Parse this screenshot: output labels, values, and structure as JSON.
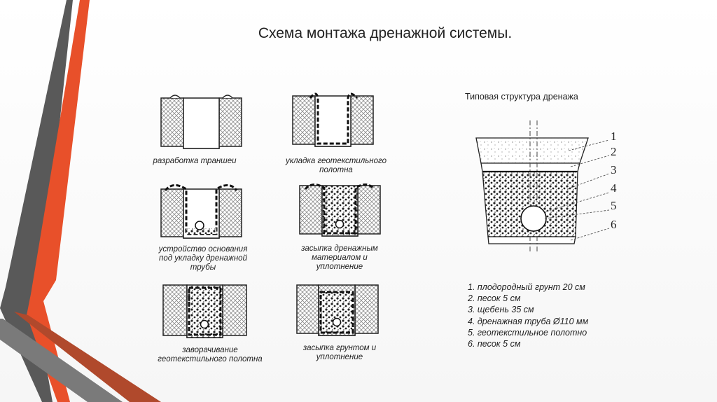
{
  "title": "Схема монтажа дренажной системы.",
  "stages": [
    {
      "caption_lines": [
        "разработка траншеи"
      ]
    },
    {
      "caption_lines": [
        "укладка геотекстильного",
        "полотна"
      ]
    },
    {
      "caption_lines": [
        "устройство основания",
        "под укладку дренажной",
        "трубы"
      ]
    },
    {
      "caption_lines": [
        "засыпка дренажным",
        "материалом и",
        "уплотнение"
      ]
    },
    {
      "caption_lines": [
        "заворачивание",
        "геотекстильного полотна"
      ]
    },
    {
      "caption_lines": [
        "засыпка грунтом и",
        "уплотнение"
      ]
    }
  ],
  "structure": {
    "title": "Типовая структура дренажа",
    "layer_numbers": [
      "1",
      "2",
      "3",
      "4",
      "5",
      "6"
    ],
    "legend": [
      "1. плодородный грунт 20 см",
      "2. песок 5 см",
      "3. щебень 35 см",
      "4. дренажная труба Ø110 мм",
      "5. геотекстильное полотно",
      "6. песок 5 см"
    ]
  },
  "colors": {
    "accent_orange": "#e8502a",
    "accent_gray": "#595959"
  }
}
